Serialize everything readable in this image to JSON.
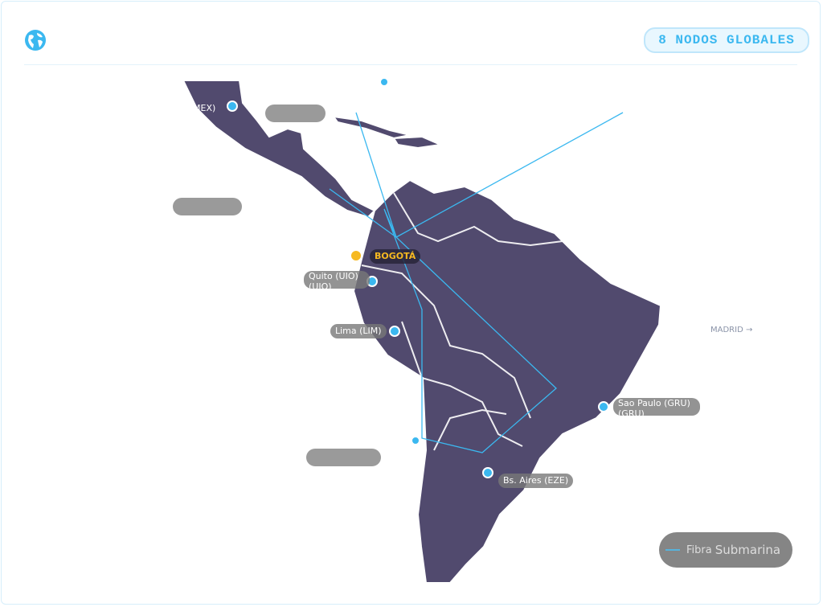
{
  "header": {
    "badge": "8 NODOS GLOBALES"
  },
  "nodes": {
    "mexico": "MEX)",
    "bogota": "BOGOTÁ",
    "quito": "Quito (UIO)\n(UIO)",
    "lima": "Lima (LIM)",
    "sao_paulo": "Sao Paulo (GRU)\n(GRU)",
    "buenos_aires": "Bs. Aires (EZE)"
  },
  "offmap": {
    "madrid": "MADRID →"
  },
  "legend": {
    "fibra": "Fibra",
    "submarina": "Submarina"
  },
  "colors": {
    "land": "#514a6e",
    "cable": "#3bb8f0",
    "hub": "#f6b921",
    "node": "#3bb8f0"
  }
}
